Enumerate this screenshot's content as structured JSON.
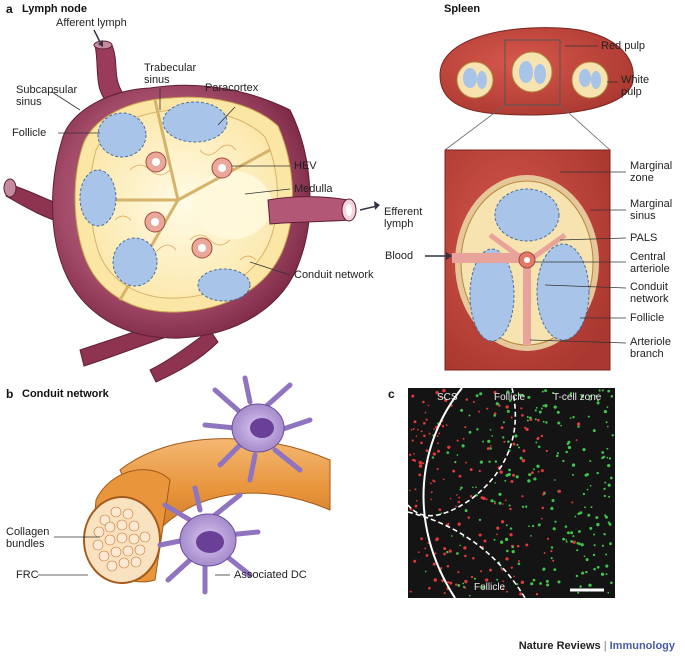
{
  "colors": {
    "lymph_node_outer": "#8e3350",
    "follicle": "#a8c4e8",
    "paracortex": "#fff3c8",
    "spleen_red": "#c8473f",
    "conduit": "#e89a44",
    "dc": "#b59ad6",
    "micro_bg": "#141414",
    "micro_red": "#e23a3a",
    "micro_green": "#3fc64a",
    "journal_accent": "#4a5aa8"
  },
  "panel_a": {
    "letter": "a",
    "title_left": "Lymph node",
    "title_right": "Spleen",
    "labels": {
      "afferent_lymph": "Afferent lymph",
      "trabecular_sinus_1": "Trabecular",
      "trabecular_sinus_2": "sinus",
      "subcapsular_sinus_1": "Subcapsular",
      "subcapsular_sinus_2": "sinus",
      "paracortex": "Paracortex",
      "follicle": "Follicle",
      "hev": "HEV",
      "medulla": "Medulla",
      "efferent_lymph_1": "Efferent",
      "efferent_lymph_2": "lymph",
      "conduit_network": "Conduit network",
      "red_pulp": "Red pulp",
      "white_pulp_1": "White",
      "white_pulp_2": "pulp",
      "marginal_zone_1": "Marginal",
      "marginal_zone_2": "zone",
      "marginal_sinus_1": "Marginal",
      "marginal_sinus_2": "sinus",
      "pals": "PALS",
      "blood": "Blood",
      "central_arteriole_1": "Central",
      "central_arteriole_2": "arteriole",
      "conduit_network_s1": "Conduit",
      "conduit_network_s2": "network",
      "follicle_s": "Follicle",
      "arteriole_branch_1": "Arteriole",
      "arteriole_branch_2": "branch"
    }
  },
  "panel_b": {
    "letter": "b",
    "title": "Conduit network",
    "labels": {
      "collagen_1": "Collagen",
      "collagen_2": "bundles",
      "frc": "FRC",
      "associated_dc": "Associated DC"
    }
  },
  "panel_c": {
    "letter": "c",
    "labels": {
      "scs": "SCS",
      "follicle_top": "Follicle",
      "tcell_zone": "T-cell zone",
      "follicle_bottom": "Follicle"
    }
  },
  "footer": {
    "journal": "Nature Reviews",
    "separator": "|",
    "field": "Immunology"
  }
}
